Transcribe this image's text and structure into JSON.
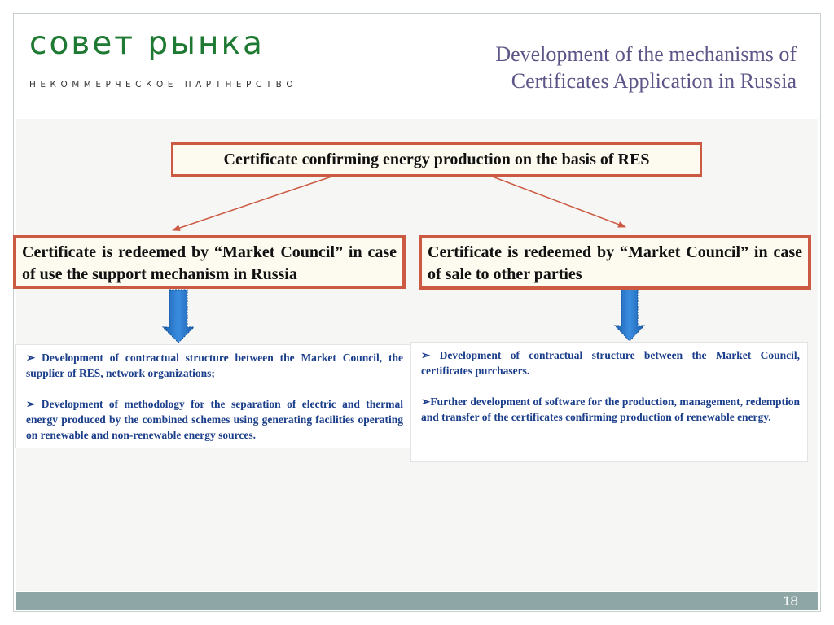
{
  "logo": {
    "main": "совет рынка",
    "sub": "НЕКОММЕРЧЕСКОЕ ПАРТНЕРСТВО"
  },
  "title": {
    "line1": "Development of the mechanisms of",
    "line2": "Certificates Application in Russia"
  },
  "top_box": {
    "text": "Certificate confirming energy production on the basis of RES"
  },
  "left_box": {
    "text": "Certificate is redeemed by “Market Council” in case of use the support mechanism in Russia"
  },
  "right_box": {
    "text": "Certificate is redeemed by “Market Council” in case of sale to other parties"
  },
  "left_details": [
    {
      "bullet": "➢",
      "text": "Development of contractual structure between the Market Council, the supplier of RES, network organizations;"
    },
    {
      "bullet": "➢",
      "text": "Development of methodology for the separation of electric and thermal energy produced by the combined schemes using generating facilities operating on renewable and non-renewable energy sources."
    }
  ],
  "right_details": [
    {
      "bullet": "➢",
      "text": "Development of contractual structure between the Market Council, certificates purchasers."
    },
    {
      "bullet": "➢",
      "text": "Further development of software for the production, management, redemption and transfer of the certificates confirming production of renewable energy."
    }
  ],
  "page_number": "18",
  "colors": {
    "logo_green": "#1e7a32",
    "title_purple": "#5f5487",
    "box_border": "#cc5a42",
    "box_fill": "#fdfbef",
    "detail_text": "#1c3f8c",
    "arrow_blue": "#1f6fc8",
    "bar": "#8ea6a6"
  },
  "icons": [
    "connector-arrow-left",
    "connector-arrow-right",
    "down-arrow-left-icon",
    "down-arrow-right-icon",
    "bullet-arrow-icon"
  ]
}
